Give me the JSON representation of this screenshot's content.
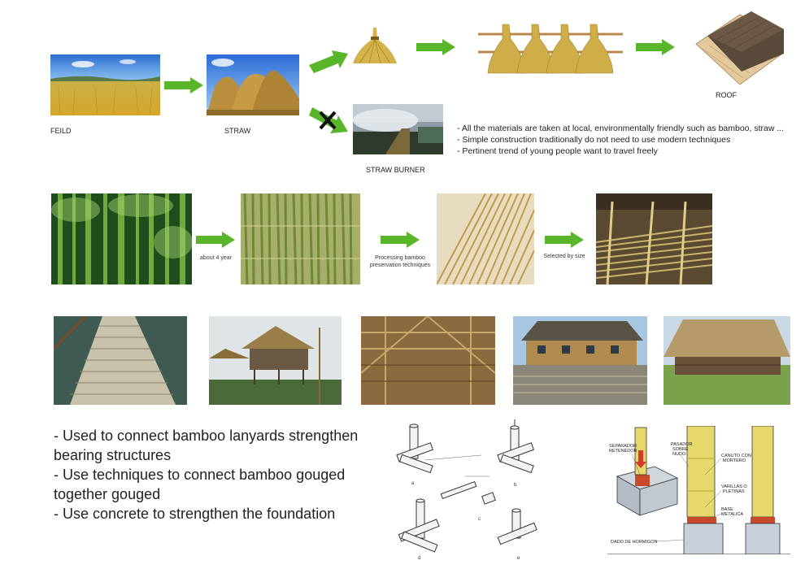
{
  "row1": {
    "field_caption": "FEILD",
    "straw_caption": "STRAW",
    "burner_caption": "STRAW BURNER",
    "roof_caption": "ROOF",
    "notes": [
      "- All the materials are taken at local, environmentally friendly such as bamboo, straw ...",
      "- Simple construction traditionally do not need to use modern techniques",
      "- Pertinent trend of young people want to travel freely"
    ]
  },
  "row2": {
    "step1_label": "about 4 year",
    "step2_label_line1": "Processing bamboo",
    "step2_label_line2": "preservation techniques",
    "step3_label": "Selected by size"
  },
  "bottom": {
    "text_lines": [
      "- Used to connect bamboo lanyards strengthen",
      "bearing structures",
      "- Use techniques to connect bamboo gouged",
      "together gouged",
      "- Use concrete to strengthen the foundation"
    ],
    "joint_letters": [
      "a",
      "b",
      "c",
      "d",
      "e"
    ],
    "foundation_labels": {
      "sep1": "SEPARADOR",
      "sep2": "RETENEDOR",
      "pas1": "PASADOR",
      "pas2": "SOBRE",
      "pas3": "NUDO",
      "cab1": "CANUTO CON",
      "cab2": "MORTERO",
      "var1": "VARILLAS O",
      "var2": "PLETINAS",
      "base1": "BASE",
      "base2": "METALICA",
      "dado": "DADO DE HORMIGON"
    }
  },
  "colors": {
    "arrow_green": "#59b52a",
    "cross": "#111111"
  }
}
